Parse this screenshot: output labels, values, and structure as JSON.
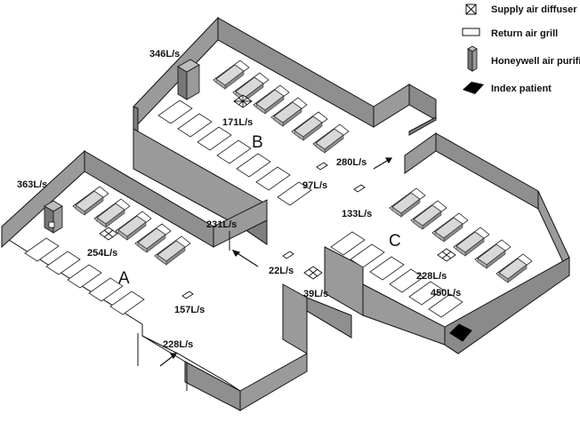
{
  "legend": {
    "supply_diffuser": "Supply air diffuser",
    "return_grill": "Return air grill",
    "purifier": "Honeywell air purifier",
    "index_patient": "Index patient"
  },
  "zones": {
    "a": "A",
    "b": "B",
    "c": "C"
  },
  "flows": {
    "purifier_b": "346L/s",
    "purifier_a": "363L/s",
    "supply_b": "171L/s",
    "door_bc": "280L/s",
    "return_b": "97L/s",
    "door_a": "231L/s",
    "return_center": "133L/s",
    "supply_a": "254L/s",
    "return_mid": "22L/s",
    "supply_center": "39L/s",
    "supply_c": "228L/s",
    "purifier_c": "450L/s",
    "return_a": "157L/s",
    "door_bottom": "228L/s"
  },
  "colors": {
    "wall": "#9a9a9a",
    "wall_dark": "#7e7e7e",
    "wall_top": "#6a6a6a",
    "bed": "#d8d8d8",
    "patient": "#000000"
  }
}
